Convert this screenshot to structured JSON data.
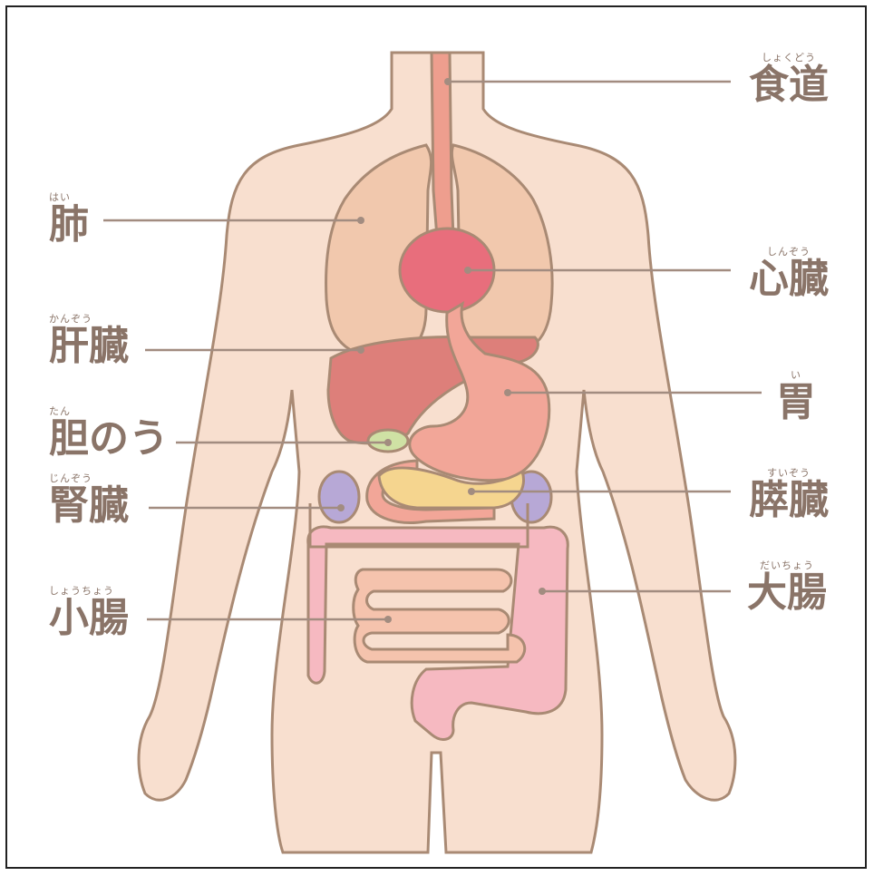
{
  "colors": {
    "outline": "#a98a74",
    "skin": "#f8dfcf",
    "lung": "#f1c8ad",
    "esophagus": "#ee9e8e",
    "heart": "#e86e7c",
    "liver": "#dd7f7a",
    "stomach": "#f2a698",
    "gallbladder": "#cfe1a4",
    "pancreas": "#f5d58f",
    "kidney": "#b7a8d6",
    "large_intestine": "#f6b9c1",
    "small_intestine": "#f5c3ad",
    "leader": "#a28c80",
    "text": "#8a7468"
  },
  "labels": {
    "esophagus": {
      "ruby": "しょくどう",
      "word": "食道"
    },
    "lungs": {
      "ruby": "はい",
      "word": "肺"
    },
    "heart": {
      "ruby": "しんぞう",
      "word": "心臓"
    },
    "liver": {
      "ruby": "かんぞう",
      "word": "肝臓"
    },
    "stomach": {
      "ruby": "い",
      "word": "胃"
    },
    "gallbladder": {
      "ruby": "たん",
      "word": "胆のう"
    },
    "kidneys": {
      "ruby": "じんぞう",
      "word": "腎臓"
    },
    "pancreas": {
      "ruby": "すいぞう",
      "word": "膵臓"
    },
    "small_intestine": {
      "ruby": "しょうちょう",
      "word": "小腸"
    },
    "large_intestine": {
      "ruby": "だいちょう",
      "word": "大腸"
    }
  }
}
